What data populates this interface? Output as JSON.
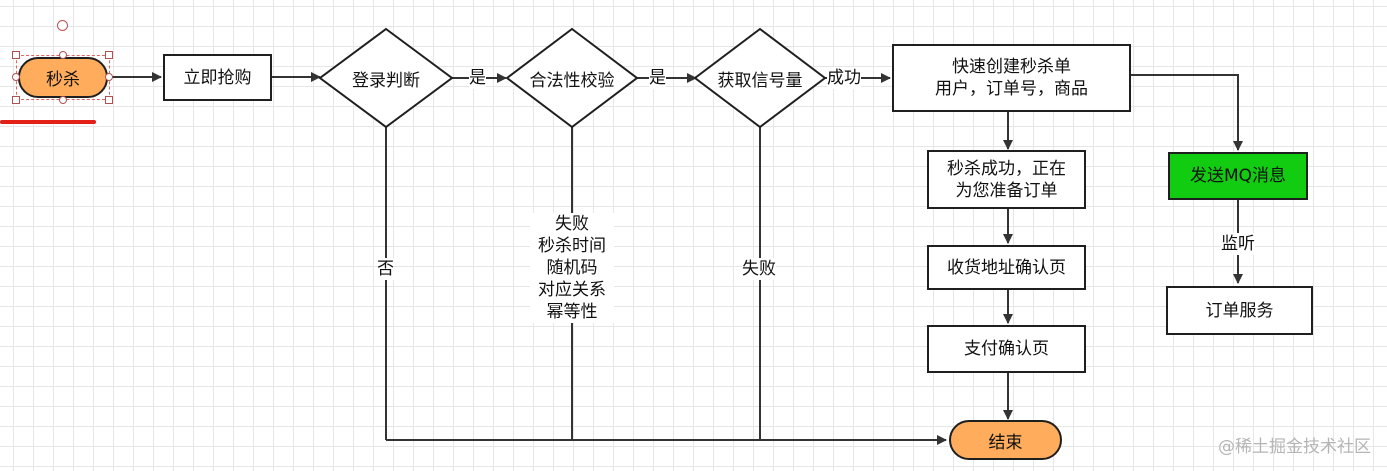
{
  "nodes": {
    "start": "秒杀",
    "buy_now": "立即抢购",
    "login_check": "登录判断",
    "validity_check": "合法性校验",
    "get_semaphore": "获取信号量",
    "create_order": "快速创建秒杀单\n用户，订单号，商品",
    "success_preparing": "秒杀成功，正在\n为您准备订单",
    "address_confirm": "收货地址确认页",
    "payment_confirm": "支付确认页",
    "send_mq": "发送MQ消息",
    "order_service": "订单服务",
    "end": "结束"
  },
  "edge_labels": {
    "login_yes": "是",
    "validity_yes": "是",
    "semaphore_success": "成功",
    "login_no": "否",
    "validity_fail": "失败\n秒杀时间\n随机码\n对应关系\n幂等性",
    "semaphore_fail": "失败",
    "listen": "监听"
  },
  "colors": {
    "terminal_fill": "#ffad5c",
    "mq_fill": "#11cc11",
    "stroke": "#1f1f1f",
    "selection": "#e32119"
  },
  "watermark": "@稀土掘金技术社区"
}
